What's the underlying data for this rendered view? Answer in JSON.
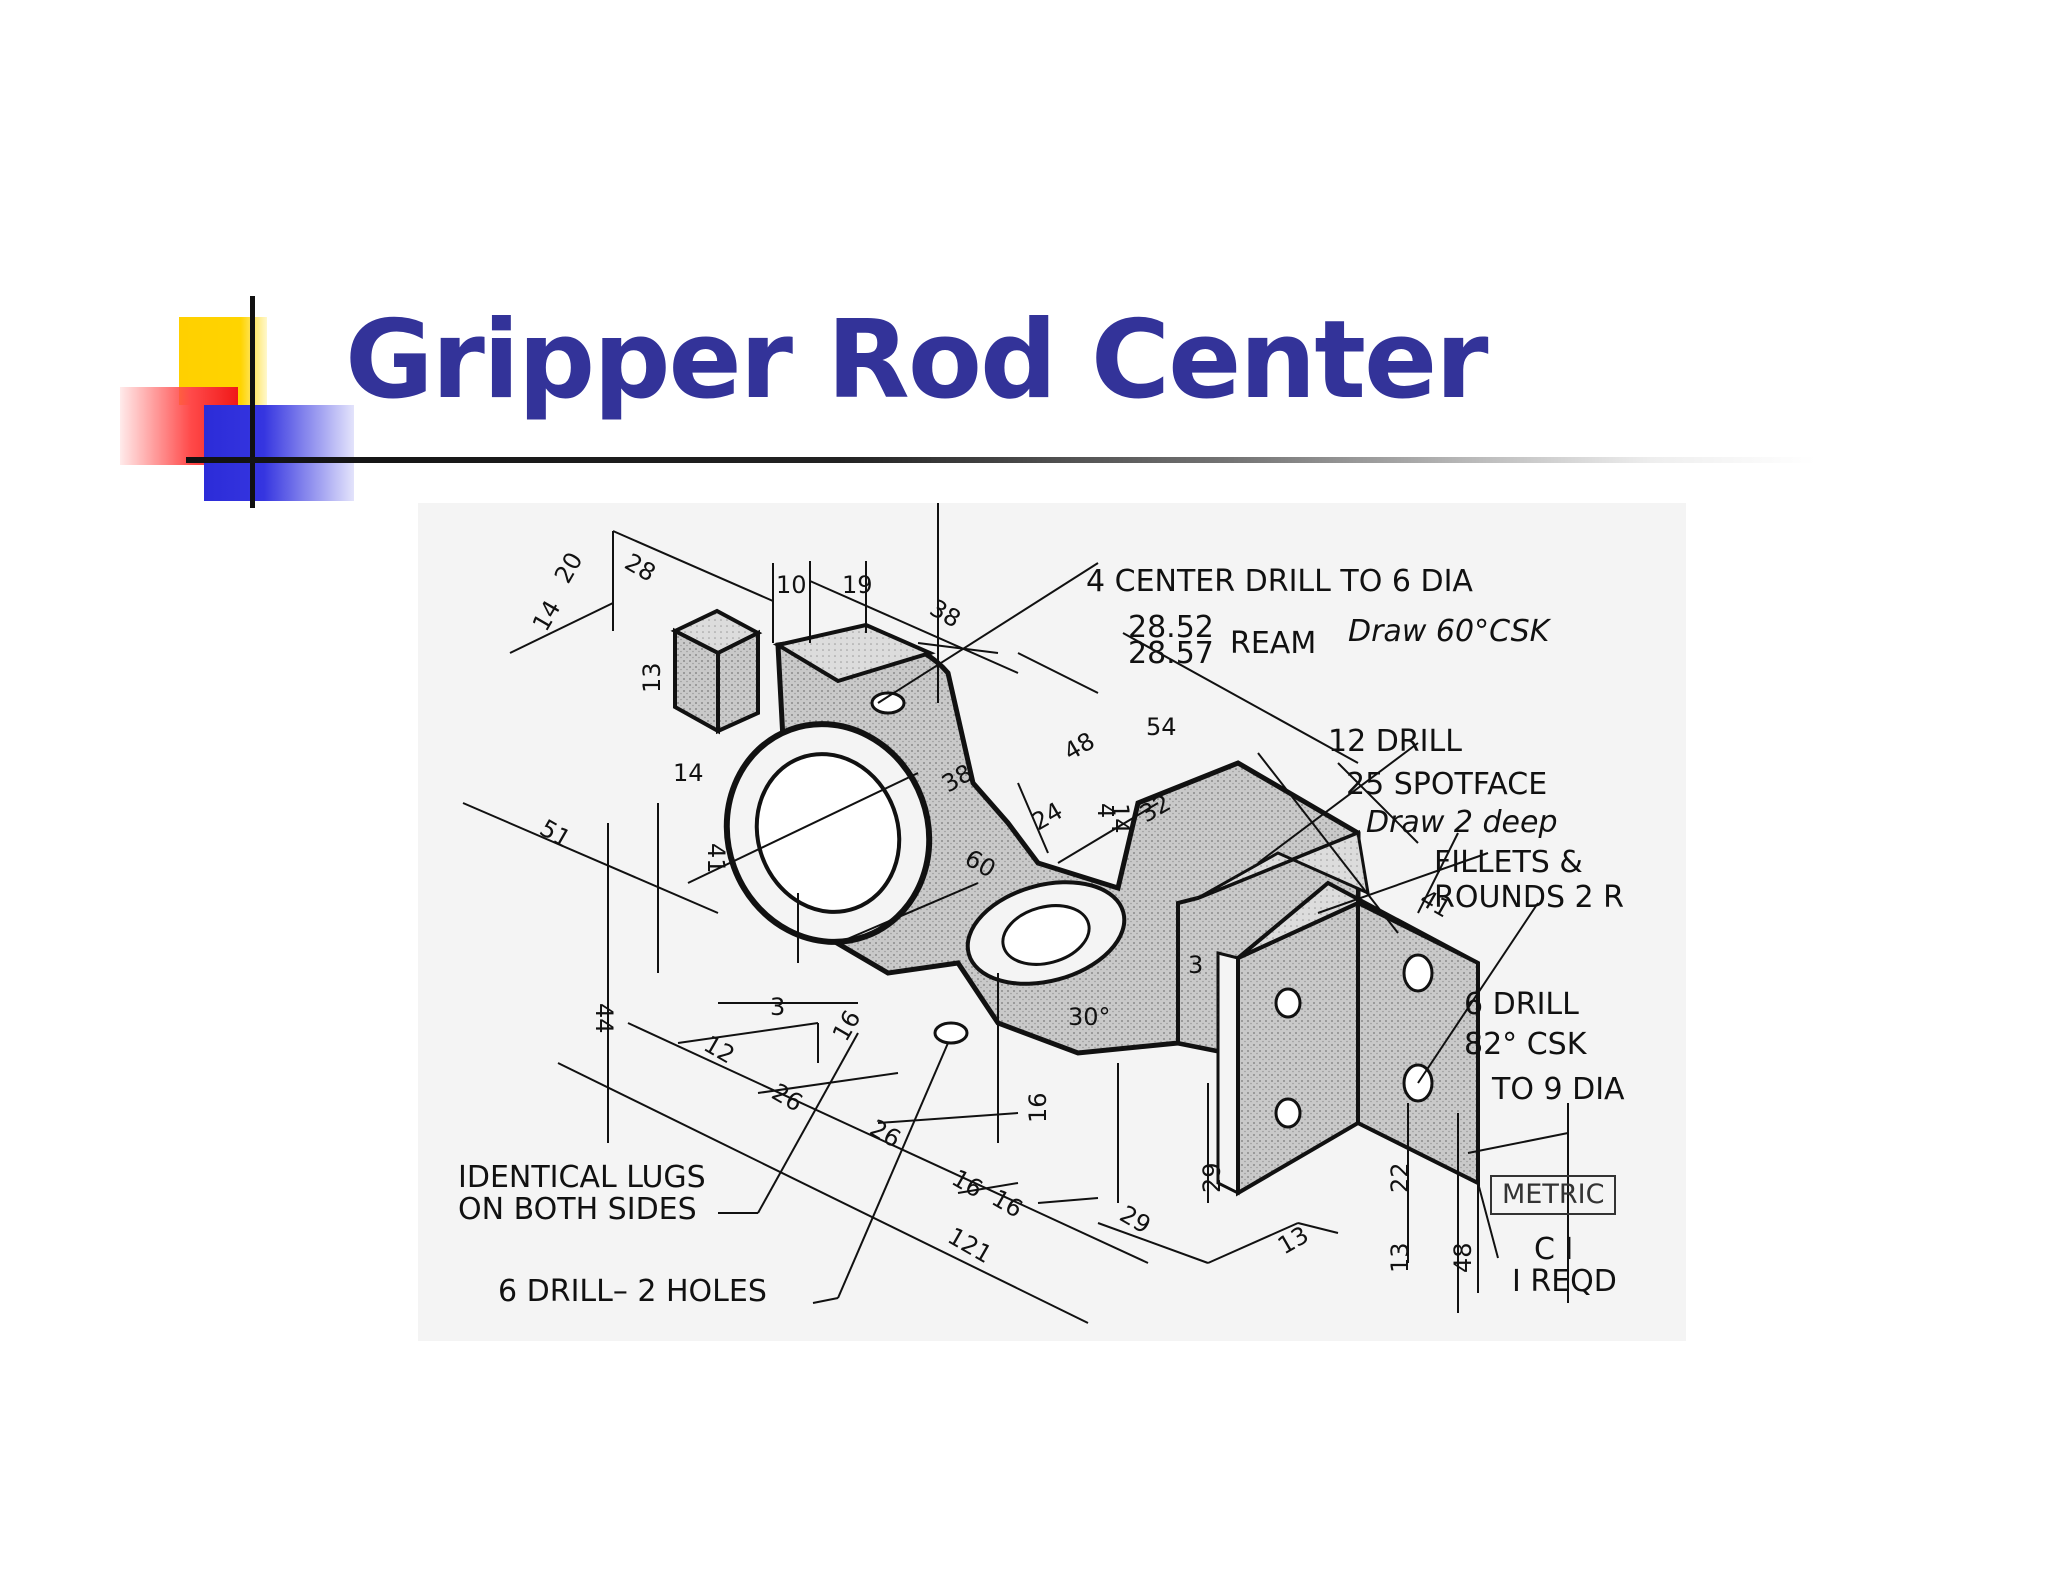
{
  "slide": {
    "title": "Gripper Rod Center"
  },
  "drawing": {
    "annotations": {
      "center_drill": "4 CENTER DRILL TO 6 DIA",
      "csk_note": "Draw 60°CSK",
      "ream_upper": "28.52",
      "ream_lower": "28.57",
      "ream_label": "REAM",
      "drill_12": "12 DRILL",
      "spotface": "25 SPOTFACE",
      "spotface_note": "Draw 2 deep",
      "fillets_1": "FILLETS &",
      "fillets_2": "ROUNDS  2 R",
      "drill_6": "6 DRILL",
      "csk_82": "82° CSK",
      "to_9_dia": "TO  9 DIA",
      "metric": "METRIC",
      "c1": "C I",
      "reqd": "I REQD",
      "lugs_1": "IDENTICAL LUGS",
      "lugs_2": "ON BOTH SIDES",
      "drill_holes": "6 DRILL– 2 HOLES"
    },
    "dimensions": [
      "28",
      "20",
      "14",
      "10",
      "19",
      "38",
      "13",
      "14",
      "54",
      "48",
      "38",
      "24",
      "32",
      "51",
      "41",
      "60",
      "44",
      "3",
      "16",
      "12",
      "26",
      "26",
      "3",
      "30°",
      "16",
      "29",
      "22",
      "48",
      "13",
      "121",
      "16",
      "16",
      "29",
      "13",
      "41",
      "4",
      "14"
    ]
  }
}
